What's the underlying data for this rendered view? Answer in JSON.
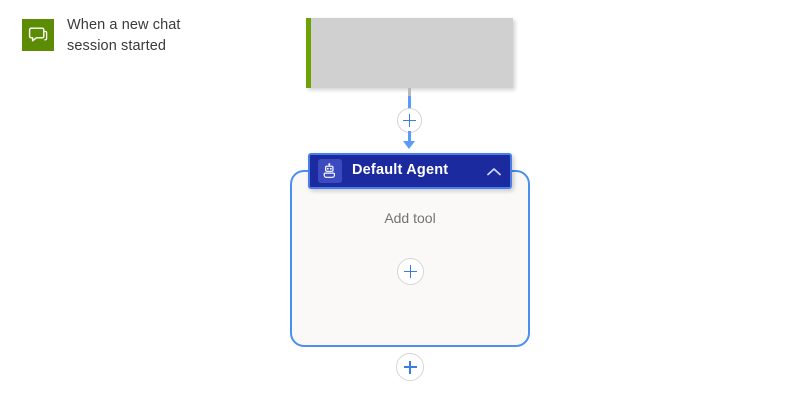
{
  "canvas": {
    "background": "#ffffff",
    "accent_blue": "#4a90f0",
    "agent_header_bg": "#1b2a9e",
    "trigger_green": "#6ea203",
    "trigger_card_bg": "#d0d0d0"
  },
  "trigger": {
    "icon": "chat-bubble-icon",
    "label": "When a new chat session started"
  },
  "connector": {
    "add_step_icon": "plus-icon",
    "arrow_icon": "arrow-down-icon"
  },
  "agent": {
    "icon": "robot-icon",
    "title": "Default Agent",
    "collapse_icon": "chevron-up-icon",
    "body": {
      "add_tool_label": "Add tool",
      "add_tool_icon": "plus-icon"
    }
  },
  "footer": {
    "add_step_icon": "plus-icon"
  }
}
